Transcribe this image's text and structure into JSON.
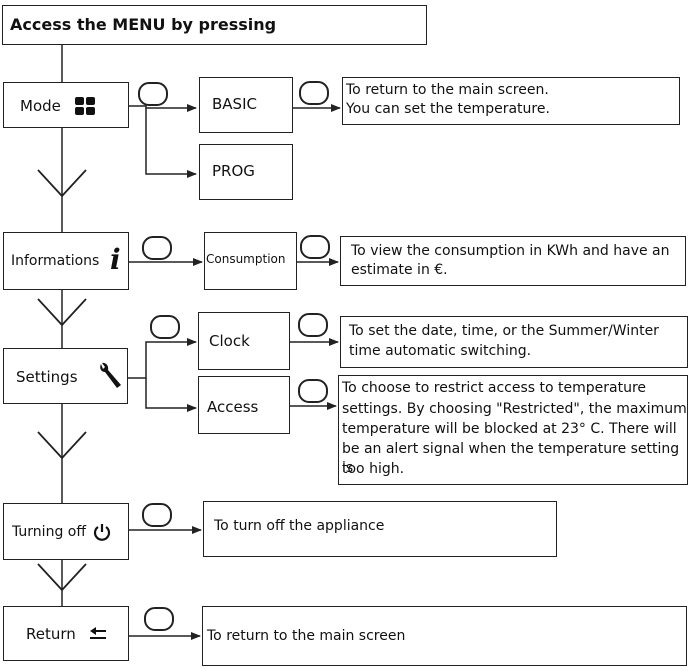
{
  "header": {
    "text": "Access the MENU by pressing"
  },
  "mode": {
    "label": "Mode",
    "icon": "four-squares-icon",
    "options": [
      {
        "label": "BASIC",
        "description": [
          "To return to the main screen.",
          "You can set the temperature."
        ]
      },
      {
        "label": "PROG"
      }
    ]
  },
  "informations": {
    "label": "Informations",
    "icon": "info-i-icon",
    "option": {
      "label": "Consumption",
      "description": [
        "To view the consumption in KWh and have an",
        "estimate in €."
      ]
    }
  },
  "settings": {
    "label": "Settings",
    "icon": "wrench-icon",
    "options": [
      {
        "label": "Clock",
        "description": [
          "To set the date, time, or the Summer/Winter",
          "time automatic switching."
        ]
      },
      {
        "label": "Access",
        "description": [
          "To choose to restrict access to temperature",
          "settings. By choosing \"Restricted\", the maximum",
          "temperature will be blocked at 23° C. There will",
          "be an alert signal when the temperature setting is",
          "too high."
        ]
      }
    ]
  },
  "turning_off": {
    "label": "Turning off",
    "icon": "power-icon",
    "description": "To turn off the appliance"
  },
  "return": {
    "label": "Return",
    "icon": "return-arrow-icon",
    "description": "To return to the main screen"
  },
  "button_icon": "oval-button-icon",
  "colors": {
    "line": "#222222",
    "background": "#ffffff"
  }
}
